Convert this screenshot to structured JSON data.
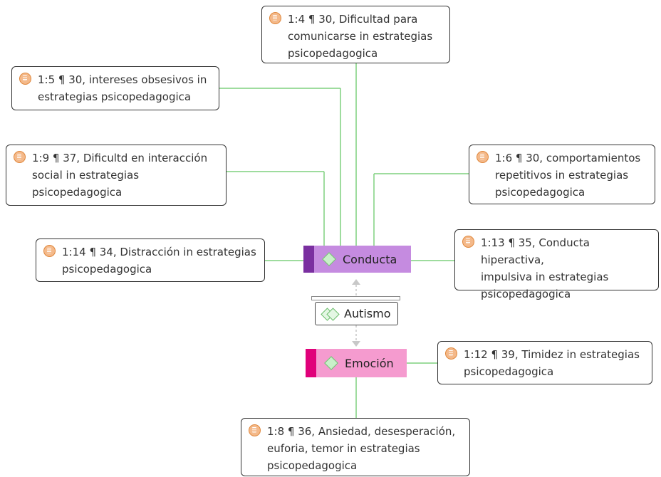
{
  "codes": {
    "conducta": {
      "label": "Conducta",
      "stripe": "#7a2fa0",
      "fill": "#c58be0"
    },
    "emocion": {
      "label": "Emoción",
      "stripe": "#e0007a",
      "fill": "#f59bcf"
    }
  },
  "group": {
    "label": "Autismo"
  },
  "quotes": [
    {
      "line1": "1:4 ¶ 30, Dificultad para",
      "line2": "comunicarse in estrategias",
      "line3": "psicopedagogica"
    },
    {
      "line1": "1:5 ¶ 30, intereses obsesivos in",
      "line2": "estrategias psicopedagogica"
    },
    {
      "line1": "1:9 ¶ 37, Dificultd en interacción",
      "line2": "social in estrategias",
      "line3": "psicopedagogica"
    },
    {
      "line1": "1:6 ¶ 30, comportamientos",
      "line2": "repetitivos in estrategias",
      "line3": "psicopedagogica"
    },
    {
      "line1": "1:14 ¶ 34, Distracción in estrategias",
      "line2": "psicopedagogica"
    },
    {
      "line1": "1:13 ¶ 35, Conducta hiperactiva,",
      "line2": "impulsiva in estrategias",
      "line3": "psicopedagogica"
    },
    {
      "line1": "1:12 ¶ 39, Timidez in estrategias",
      "line2": "psicopedagogica"
    },
    {
      "line1": "1:8 ¶ 36, Ansiedad, desesperación,",
      "line2": "euforia, temor in estrategias",
      "line3": "psicopedagogica"
    }
  ],
  "colors": {
    "link": "#7fd07f",
    "arrow": "#c8c8c8"
  }
}
